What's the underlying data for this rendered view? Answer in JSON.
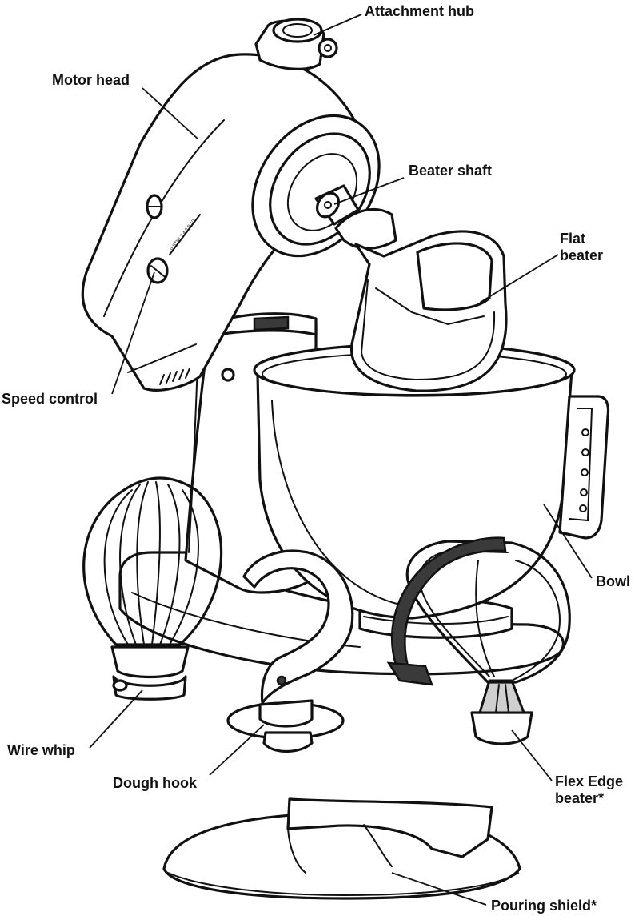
{
  "labels": {
    "attachment_hub": "Attachment hub",
    "motor_head": "Motor head",
    "beater_shaft": "Beater shaft",
    "flat_beater_line1": "Flat",
    "flat_beater_line2": "beater",
    "speed_control": "Speed control",
    "bowl": "Bowl",
    "wire_whip": "Wire whip",
    "dough_hook": "Dough hook",
    "flex_edge_line1": "Flex Edge",
    "flex_edge_line2": "beater*",
    "pouring_shield": "Pouring shield*"
  },
  "speed_dial_marks": "0 STIR 2 4 6 8 10",
  "colors": {
    "line": "#111111",
    "background": "#ffffff",
    "scraper": "#3a3a3a"
  }
}
